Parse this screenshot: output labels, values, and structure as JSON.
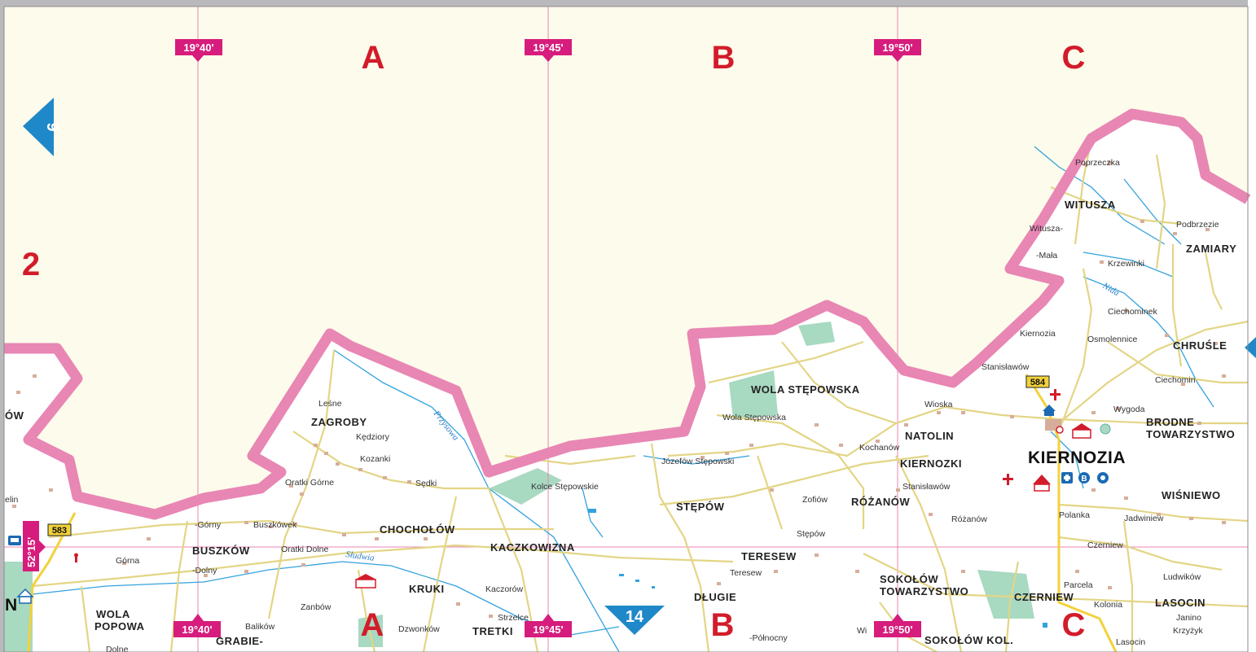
{
  "colors": {
    "background_outside": "#fdfbeb",
    "map_inside": "#ffffff",
    "border": "#e886b4",
    "grid_line": "#e886b4",
    "coord_badge": "#d61c7c",
    "grid_letter": "#d21c2a",
    "river": "#33a2de",
    "road": "#f6e79a",
    "road_edge": "#cfc37a",
    "main_road": "#f2d23a",
    "forest": "#a8d9c1",
    "page_arrow": "#1f88c8",
    "building": "#d6ad9b"
  },
  "grid": {
    "columns_top": [
      "A",
      "B",
      "C"
    ],
    "columns_bottom": [
      "A",
      "B",
      "C"
    ],
    "row": "2",
    "longitudes_top": [
      "19°40'",
      "19°45'",
      "19°50'"
    ],
    "longitudes_bottom": [
      "19°40'",
      "19°45'",
      "19°50'"
    ],
    "latitude": "52°15'"
  },
  "page_refs": {
    "left": "9",
    "bottom": "14"
  },
  "roads": {
    "road_583": "583",
    "road_584": "584"
  },
  "rivers": {
    "przysowa": "Przysowa",
    "sludwia": "Słudwia",
    "nida": "Nida"
  },
  "places": {
    "kiernozia": "KIERNOZIA",
    "wola_stepowska": "WOLA STĘPOWSKA",
    "wola_stepowska_small": "Wola Stępowska",
    "natolin": "NATOLIN",
    "kiernozki": "KIERNOZKI",
    "kochanow": "Kochanów",
    "stanislawow": "Stanisławów",
    "stanislawow2": "Stanisławów",
    "rozanow": "RÓŻANÓW",
    "rozanow_small": "Różanów",
    "zofiow": "Zofiów",
    "stepow_small": "Stępów",
    "stepow": "STĘPÓW",
    "jozefow_stepowski": "Józefów Stępowski",
    "kolce_stepowskie": "Kolce Stępowskie",
    "teresew": "TERESEW",
    "teresew_small": "Teresew",
    "dlugie": "DŁUGIE",
    "polnocny": "-Północny",
    "sokolow_towarzystwo_1": "SOKOŁÓW",
    "sokolow_towarzystwo_2": "TOWARZYSTWO",
    "sokolow_kol": "SOKOŁÓW KOL.",
    "czerniew": "CZERNIEW",
    "czerniew_small": "Czerniew",
    "polanka": "Polanka",
    "jadwiniew": "Jadwiniew",
    "wisniewo": "WIŚNIEWO",
    "brodne_1": "BRODNE",
    "brodne_2": "TOWARZYSTWO",
    "wygoda": "Wygoda",
    "wioska": "Wioska",
    "chrusle": "CHRUŚLE",
    "ciechomin": "Ciechomin",
    "ciechominek": "Ciechominek",
    "osmolenice": "Osmolennice",
    "kiernozia_small": "Kiernozia",
    "zamiary": "ZAMIARY",
    "podbrzezie": "Podbrzezie",
    "krzewinki": "Krzewinki",
    "witusza": "WITUSZA",
    "witusza_mala_1": "Witusza-",
    "witusza_mala_2": "-Mała",
    "poprzeczka": "Poprzeczka",
    "parcela": "Parcela",
    "kolonia": "Kolonia",
    "lasocin": "LASOCIN",
    "lasocin_small": "Lasocin",
    "ludwikow": "Ludwików",
    "janino": "Janino",
    "krzyzyk": "Krzyżyk",
    "zagroby": "ZAGROBY",
    "lesne": "Leśne",
    "kedziory": "Kędziory",
    "kozanki": "Kozanki",
    "sedki": "Sędki",
    "oratki_gorne": "Oratki Górne",
    "oratki_dolne": "Oratki Dolne",
    "buszkowek": "Buszkówek",
    "buszkow": "BUSZKÓW",
    "gorny": "-Górny",
    "dolny": "-Dolny",
    "gorna": "Górna",
    "chocholow": "CHOCHOŁÓW",
    "kaczkowizna": "KACZKOWIZNA",
    "kaczorow": "Kaczorów",
    "kruki": "KRUKI",
    "strzelce": "Strzelce",
    "tretki": "TRETKI",
    "dzwonkow": "Dzwonków",
    "zanbow": "Zanbów",
    "balikow": "Balików",
    "grabie": "GRABIE-",
    "wola_popowa_1": "WOLA",
    "wola_popowa_2": "POPOWA",
    "ow": "ÓW",
    "elin": "elin",
    "n": "N",
    "wi": "Wi",
    "dolne": "Dolne"
  }
}
